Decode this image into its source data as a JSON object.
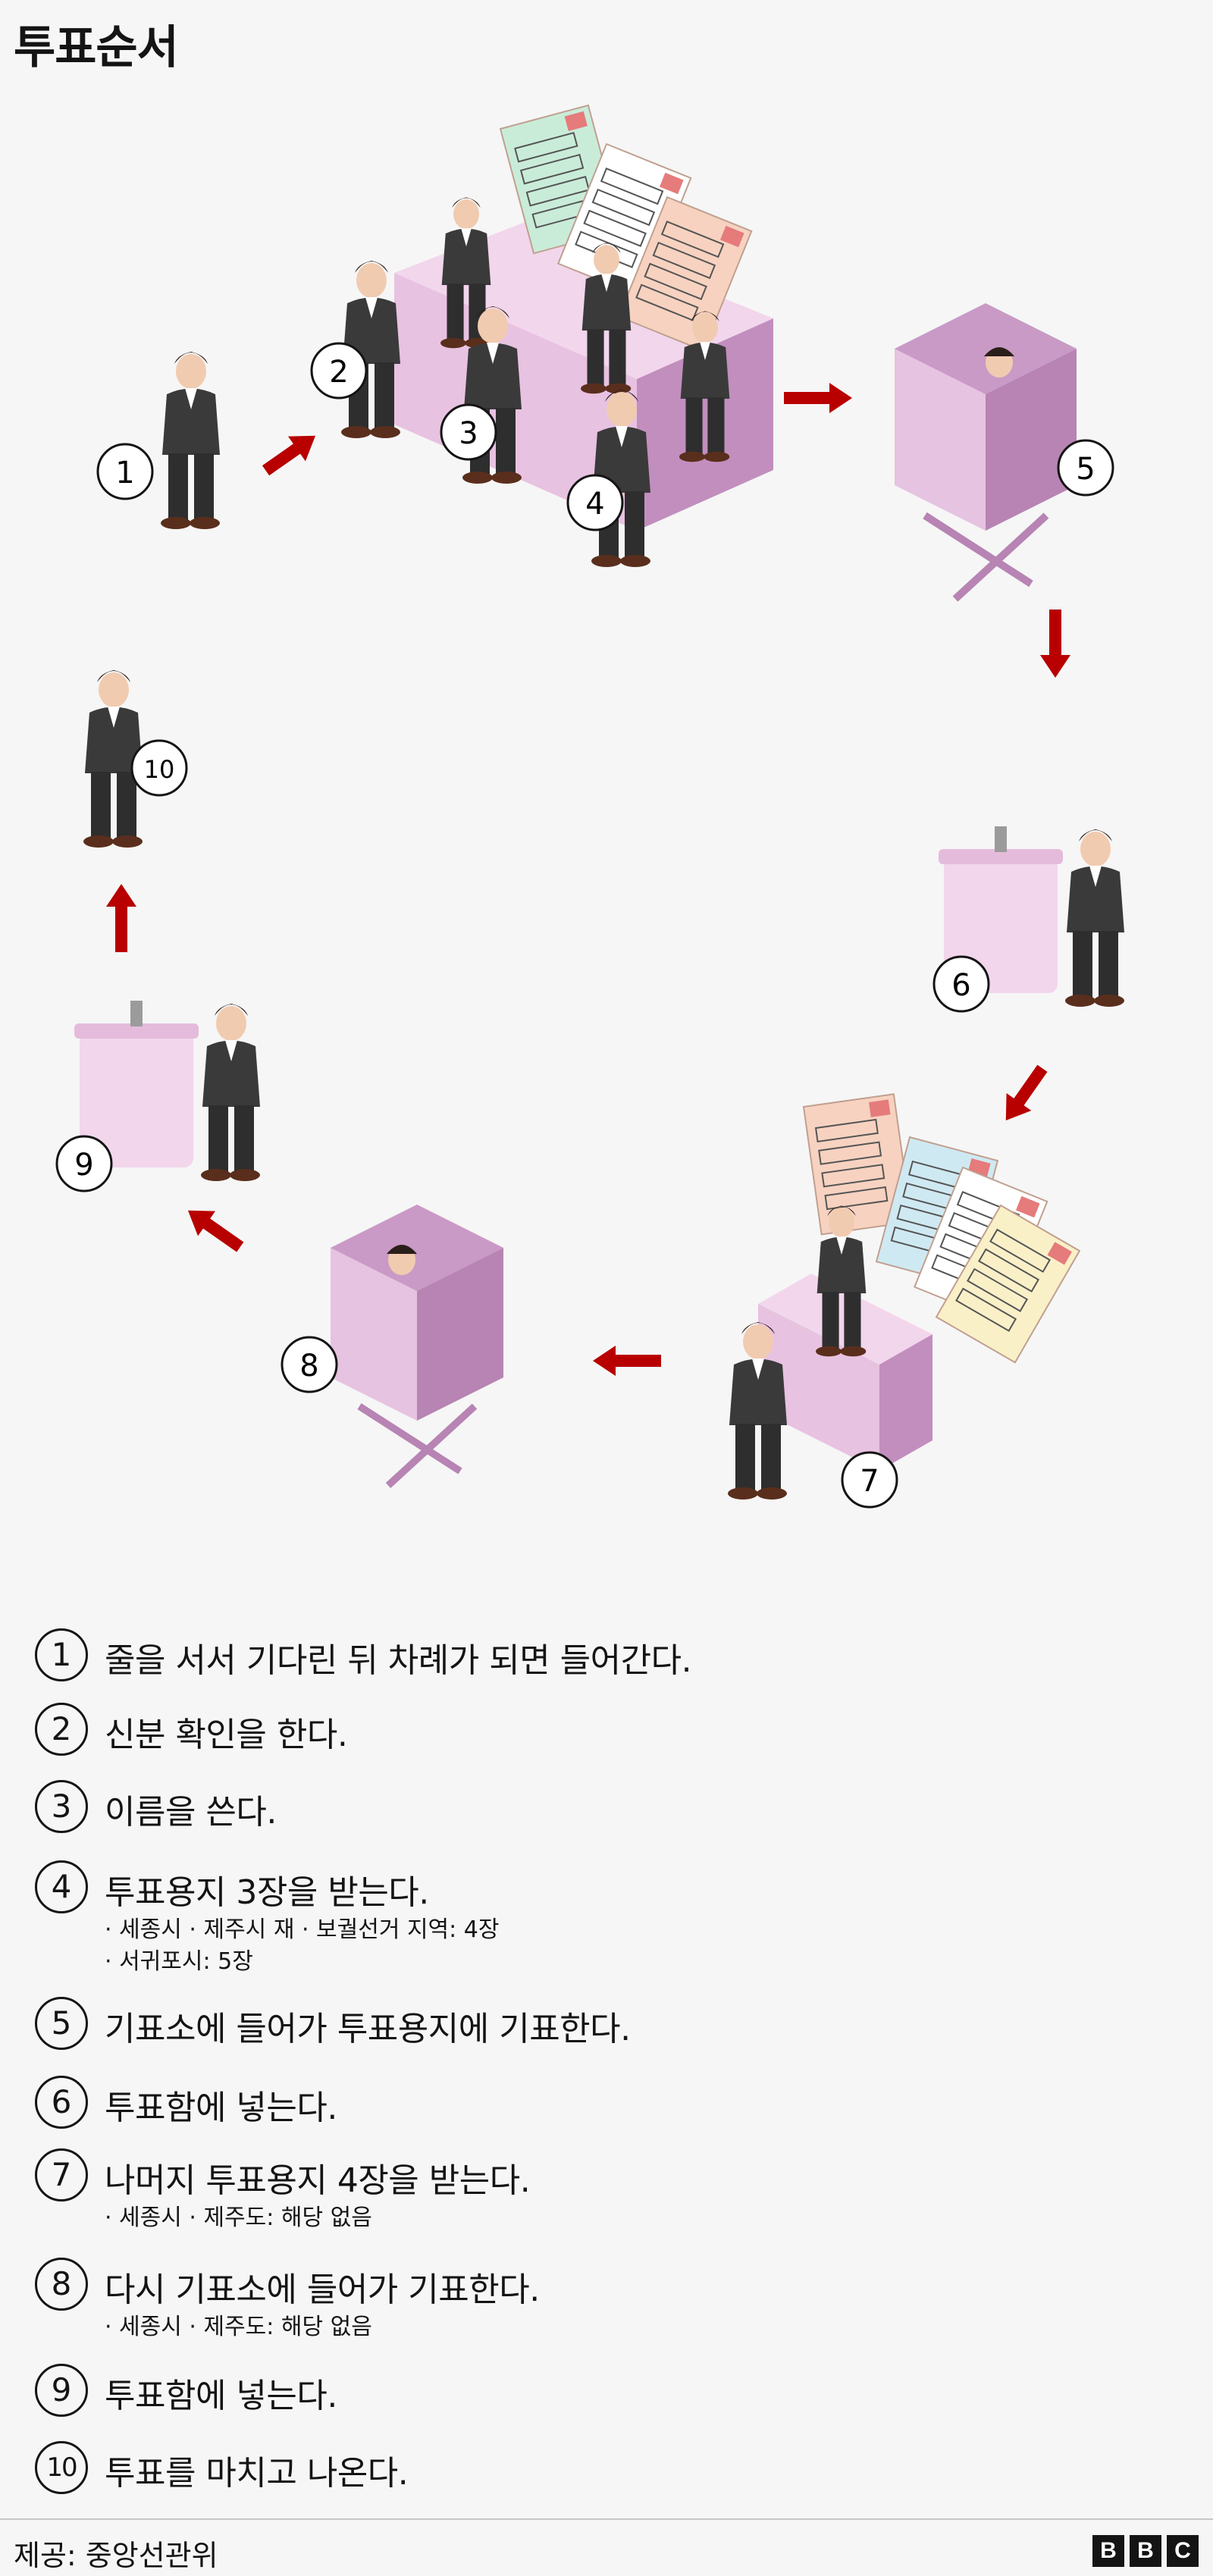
{
  "title": "투표순서",
  "illustration": {
    "labels": [
      "1",
      "2",
      "3",
      "4",
      "5",
      "6",
      "7",
      "8",
      "9",
      "10"
    ]
  },
  "steps": [
    {
      "num": "1",
      "text": "줄을 서서 기다린 뒤 차례가 되면 들어간다.",
      "subs": []
    },
    {
      "num": "2",
      "text": "신분 확인을 한다.",
      "subs": []
    },
    {
      "num": "3",
      "text": "이름을 쓴다.",
      "subs": []
    },
    {
      "num": "4",
      "text": "투표용지 3장을 받는다.",
      "subs": [
        "· 세종시 · 제주시 재 · 보궐선거 지역: 4장",
        "· 서귀포시: 5장"
      ]
    },
    {
      "num": "5",
      "text": "기표소에 들어가 투표용지에 기표한다.",
      "subs": []
    },
    {
      "num": "6",
      "text": "투표함에 넣는다.",
      "subs": []
    },
    {
      "num": "7",
      "text": "나머지 투표용지 4장을 받는다.",
      "subs": [
        "· 세종시 · 제주도: 해당 없음"
      ]
    },
    {
      "num": "8",
      "text": "다시 기표소에 들어가 기표한다.",
      "subs": [
        "· 세종시 · 제주도: 해당 없음"
      ]
    },
    {
      "num": "9",
      "text": "투표함에 넣는다.",
      "subs": []
    },
    {
      "num": "10",
      "text": "투표를 마치고 나온다.",
      "subs": []
    }
  ],
  "footer": {
    "source": "제공: 중앙선관위",
    "logo": [
      "B",
      "B",
      "C"
    ]
  },
  "colors": {
    "background": "#f6f6f6",
    "arrow": "#b80000",
    "booth_light": "#e6c3e0",
    "booth_dark": "#b784b3",
    "ballot_box": "#f2d6ec",
    "suit": "#3a3a3a",
    "ballot_green": "#c9ecd9",
    "ballot_orange": "#f7d2c0",
    "ballot_blue": "#cfe9f2",
    "ballot_yellow": "#faf0c8"
  }
}
